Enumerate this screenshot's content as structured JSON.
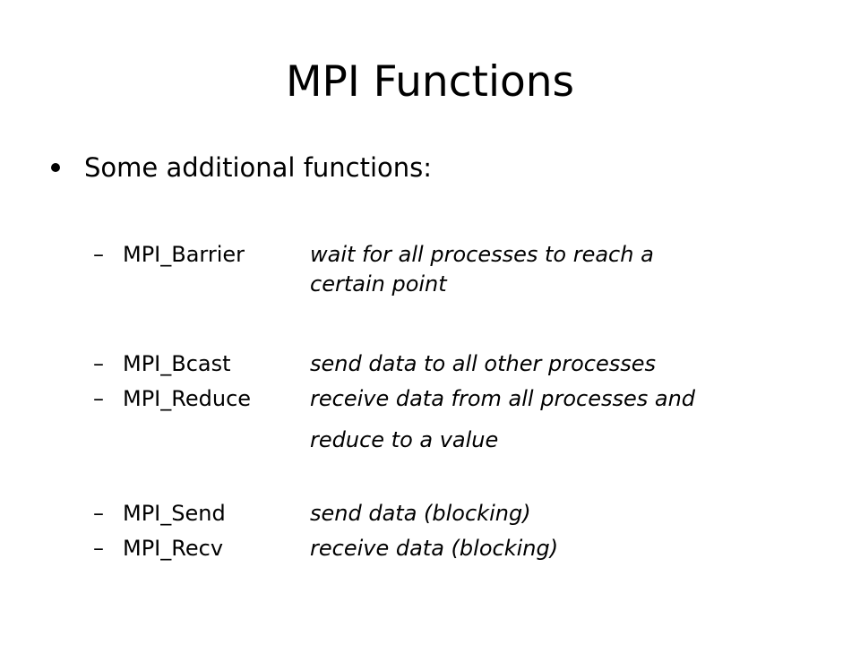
{
  "slide": {
    "title": "MPI Functions",
    "bullet": "Some additional functions:",
    "items": [
      {
        "dash": "–",
        "name": "MPI_Barrier",
        "desc": "wait for all processes to reach a",
        "desc2": "certain point"
      },
      {
        "dash": "–",
        "name": "MPI_Bcast",
        "desc": "send data to all other processes"
      },
      {
        "dash": "–",
        "name": "MPI_Reduce",
        "desc": "receive data from all processes and",
        "desc2": "reduce to a value"
      },
      {
        "dash": "–",
        "name": "MPI_Send",
        "desc": "send data (blocking)"
      },
      {
        "dash": "–",
        "name": "MPI_Recv",
        "desc": "receive data (blocking)"
      }
    ]
  }
}
